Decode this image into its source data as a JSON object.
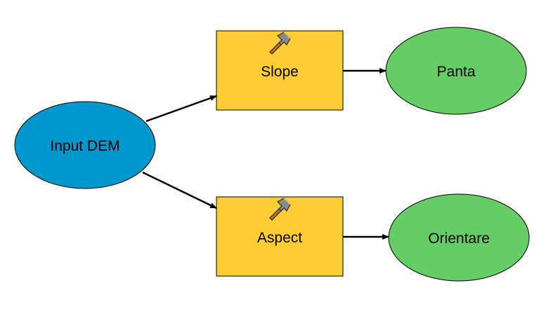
{
  "colors": {
    "input_fill": "#0098CC",
    "tool_fill": "#FFCC33",
    "output_fill": "#66CC66",
    "stroke": "#000000",
    "connector": "#000000"
  },
  "nodes": {
    "input": {
      "label": "Input DEM"
    },
    "slope": {
      "label": "Slope",
      "icon": "hammer-icon"
    },
    "aspect": {
      "label": "Aspect",
      "icon": "hammer-icon"
    },
    "panta": {
      "label": "Panta"
    },
    "orientare": {
      "label": "Orientare"
    }
  }
}
